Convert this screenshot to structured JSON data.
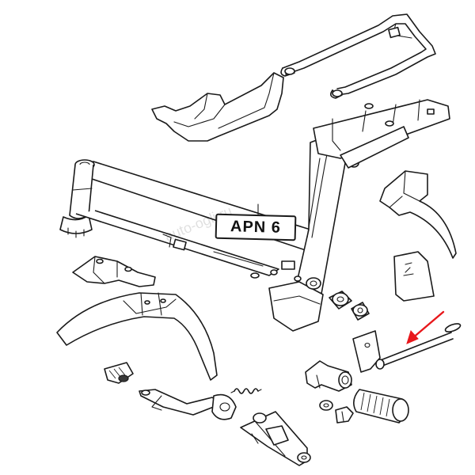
{
  "diagram": {
    "model_label": "APN 6",
    "watermark_text": "auto-ogli.ru",
    "callout_arrow_color": "#e8171b",
    "line_color": "#1a1a1a",
    "parts": [
      {
        "name": "luggage-rack",
        "icon": "rack-icon"
      },
      {
        "name": "rear-mudguard",
        "icon": "mudguard-icon"
      },
      {
        "name": "main-frame",
        "icon": "frame-icon"
      },
      {
        "name": "rear-carrier-bracket",
        "icon": "bracket-icon"
      },
      {
        "name": "chain-guard",
        "icon": "guard-icon"
      },
      {
        "name": "rubber-pad",
        "icon": "pad-icon"
      },
      {
        "name": "front-mudguard",
        "icon": "mudguard-icon"
      },
      {
        "name": "mudguard-mount-plate",
        "icon": "plate-icon"
      },
      {
        "name": "bushings",
        "icon": "bushing-icon"
      },
      {
        "name": "side-stand",
        "icon": "stand-icon"
      },
      {
        "name": "footrest-rubber",
        "icon": "footrest-icon"
      },
      {
        "name": "footrest-shaft",
        "icon": "shaft-icon"
      },
      {
        "name": "bolt-and-washer",
        "icon": "bolt-icon"
      },
      {
        "name": "brake-pedal",
        "icon": "pedal-icon"
      },
      {
        "name": "spring",
        "icon": "spring-icon"
      },
      {
        "name": "pedal-shaft",
        "icon": "shaft-icon"
      },
      {
        "name": "small-pad",
        "icon": "pad-icon"
      }
    ]
  }
}
